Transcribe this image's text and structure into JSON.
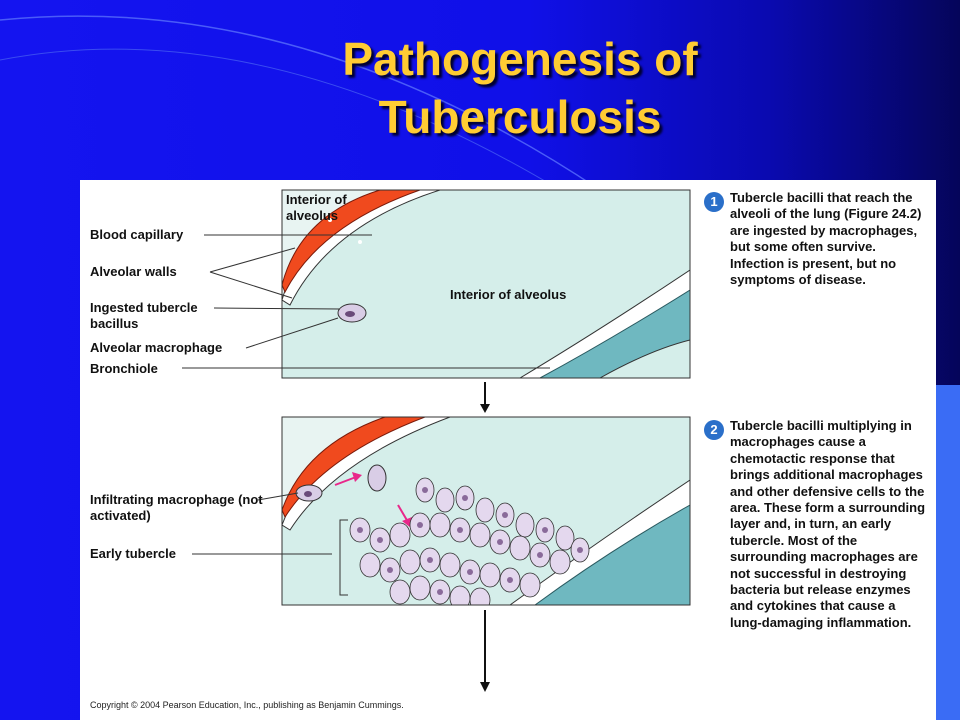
{
  "slide": {
    "title_line1": "Pathogenesis of",
    "title_line2": "Tuberculosis"
  },
  "colors": {
    "background": "#1414f0",
    "title": "#ffcc33",
    "capillary": "#f04a1e",
    "alveolus_fill": "#d5eeea",
    "bronchiole_fill": "#6fb8c0",
    "macrophage": "#d9cde6",
    "arrow_pink": "#e8288a",
    "step_badge": "#2a6fc9"
  },
  "panel1": {
    "interior_label_top": "Interior of alveolus",
    "interior_label_center": "Interior of alveolus",
    "labels": {
      "blood_capillary": "Blood capillary",
      "alveolar_walls": "Alveolar walls",
      "ingested_bacillus": "Ingested tubercle bacillus",
      "alveolar_macrophage": "Alveolar macrophage",
      "bronchiole": "Bronchiole"
    },
    "step_number": "1",
    "step_text": "Tubercle bacilli that reach the alveoli of the lung (Figure 24.2) are ingested by macrophages, but some often survive. Infection is present, but no symptoms of disease."
  },
  "panel2": {
    "labels": {
      "infiltrating_macrophage": "Infiltrating macrophage (not activated)",
      "early_tubercle": "Early tubercle"
    },
    "step_number": "2",
    "step_text": "Tubercle bacilli multiplying in macrophages cause a chemotactic response that brings additional macrophages and other defensive cells to the area. These form a surrounding layer and, in turn, an early tubercle. Most of the surrounding macrophages are not successful in destroying bacteria but release enzymes and cytokines that cause a lung-damaging inflammation."
  },
  "copyright": "Copyright © 2004 Pearson Education, Inc., publishing as Benjamin Cummings."
}
